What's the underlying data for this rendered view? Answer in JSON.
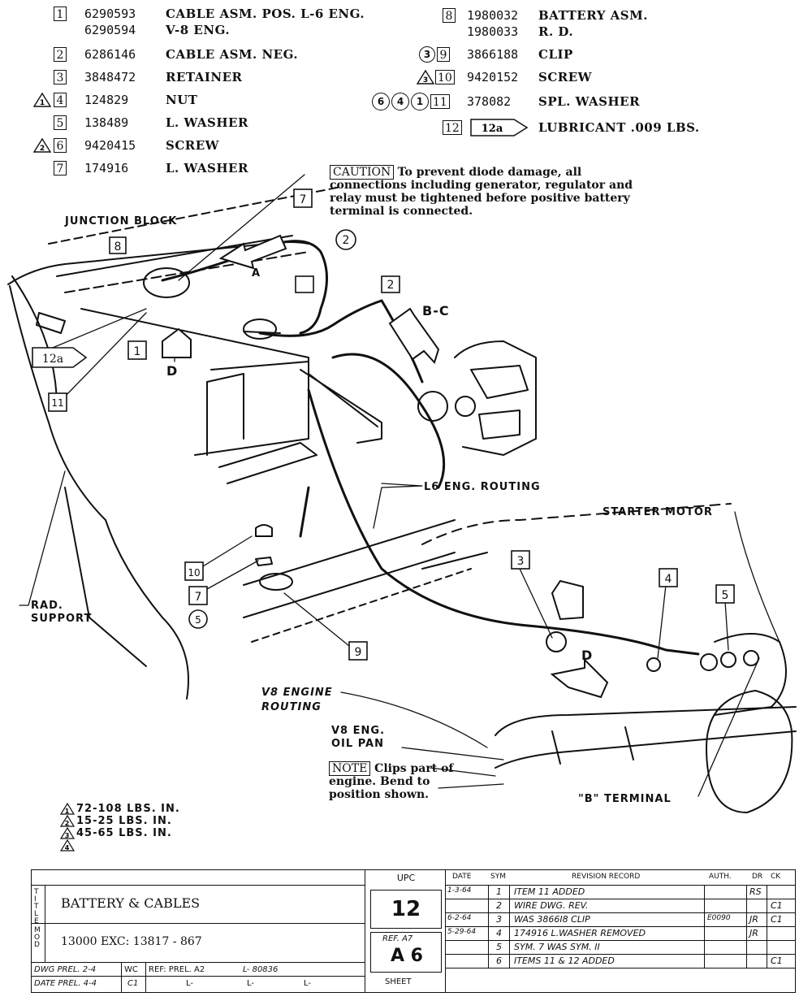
{
  "parts_left": [
    {
      "num": "1",
      "part": "6290593",
      "desc": "CABLE ASM.  POS.  L-6 ENG.",
      "part2": "6290594",
      "desc2": "V-8 ENG.",
      "marker": ""
    },
    {
      "num": "2",
      "part": "6286146",
      "desc": "CABLE ASM.  NEG.",
      "marker": ""
    },
    {
      "num": "3",
      "part": "3848472",
      "desc": "RETAINER",
      "marker": ""
    },
    {
      "num": "4",
      "part": "124829",
      "desc": "NUT",
      "marker": "1"
    },
    {
      "num": "5",
      "part": "138489",
      "desc": "L.  WASHER",
      "marker": ""
    },
    {
      "num": "6",
      "part": "9420415",
      "desc": "SCREW",
      "marker": "2"
    },
    {
      "num": "7",
      "part": "174916",
      "desc": "L.  WASHER",
      "marker": ""
    }
  ],
  "parts_right": [
    {
      "num": "8",
      "part": "1980032",
      "desc": "BATTERY ASM.",
      "part2": "1980033",
      "desc2": "R. D.",
      "marker": ""
    },
    {
      "num": "9",
      "part": "3866188",
      "desc": "CLIP",
      "marker": "circle-3"
    },
    {
      "num": "10",
      "part": "9420152",
      "desc": "SCREW",
      "marker": "3"
    },
    {
      "num": "11",
      "part": "378082",
      "desc": "SPL.  WASHER",
      "marker": "circles-6-4-1"
    },
    {
      "num": "12",
      "part": "12a",
      "desc": "LUBRICANT  .009  LBS.",
      "marker": ""
    }
  ],
  "caution": {
    "label": "CAUTION",
    "text": "To prevent diode damage, all connections including generator, regulator and relay must be tightened before positive battery terminal is connected."
  },
  "note": {
    "label": "NOTE",
    "text": "Clips part of engine.  Bend to position shown."
  },
  "callouts": {
    "junction_block": "JUNCTION BLOCK",
    "a": "A",
    "bc": "B-C",
    "d1": "D",
    "d2": "D",
    "l6": "L6 ENG. ROUTING",
    "starter": "STARTER MOTOR",
    "rad1": "RAD.",
    "rad2": "SUPPORT",
    "v8r1": "V8 ENGINE",
    "v8r2": "ROUTING",
    "oil1": "V8 ENG.",
    "oil2": "OIL PAN",
    "bterm": "\"B\" TERMINAL",
    "c12a": "12a",
    "c11": "11",
    "c1": "1",
    "c8": "8",
    "c7a": "7",
    "c2": "2",
    "c3": "3",
    "c4": "4",
    "c5": "5",
    "c9": "9",
    "c10": "10",
    "c7b": "7",
    "c5c": "5"
  },
  "torque": [
    {
      "mark": "1",
      "text": "72-108 LBS. IN."
    },
    {
      "mark": "2",
      "text": "15-25 LBS. IN."
    },
    {
      "mark": "3",
      "text": "45-65 LBS. IN."
    },
    {
      "mark": "4",
      "text": ""
    }
  ],
  "title_block": {
    "title_label": "TITLE",
    "title": "BATTERY & CABLES",
    "mod_label": "MOD",
    "mod": "13000 EXC: 13817 - 867",
    "upc_label": "UPC",
    "upc": "12",
    "ref": "REF. A7",
    "sheet_code": "A 6",
    "sheet_label": "SHEET",
    "dwg": "DWG PREL. 2-4",
    "date": "DATE PREL. 4-4",
    "wc": "WC",
    "wc_val": "C1",
    "ref_label": "REF: PREL. A2",
    "l_vals": [
      "L- 80836",
      "L-",
      "L-",
      "L-"
    ],
    "rev_headers": [
      "DATE",
      "SYM",
      "REVISION RECORD",
      "AUTH.",
      "DR",
      "CK"
    ],
    "revisions": [
      {
        "date": "1-3-64",
        "sym": "1",
        "text": "ITEM 11 ADDED",
        "auth": "",
        "dr": "RS",
        "ck": ""
      },
      {
        "date": "",
        "sym": "2",
        "text": "WIRE DWG. REV.",
        "auth": "",
        "dr": "",
        "ck": "C1"
      },
      {
        "date": "6-2-64",
        "sym": "3",
        "text": "WAS 3866I8 CLIP",
        "auth": "E0090",
        "dr": "JR",
        "ck": "C1"
      },
      {
        "date": "5-29-64",
        "sym": "4",
        "text": "174916  L.WASHER REMOVED",
        "auth": "",
        "dr": "JR",
        "ck": ""
      },
      {
        "date": "",
        "sym": "5",
        "text": "SYM. 7 WAS SYM. II",
        "auth": "",
        "dr": "",
        "ck": ""
      },
      {
        "date": "",
        "sym": "6",
        "text": "ITEMS 11 & 12 ADDED",
        "auth": "",
        "dr": "",
        "ck": "C1"
      }
    ]
  }
}
